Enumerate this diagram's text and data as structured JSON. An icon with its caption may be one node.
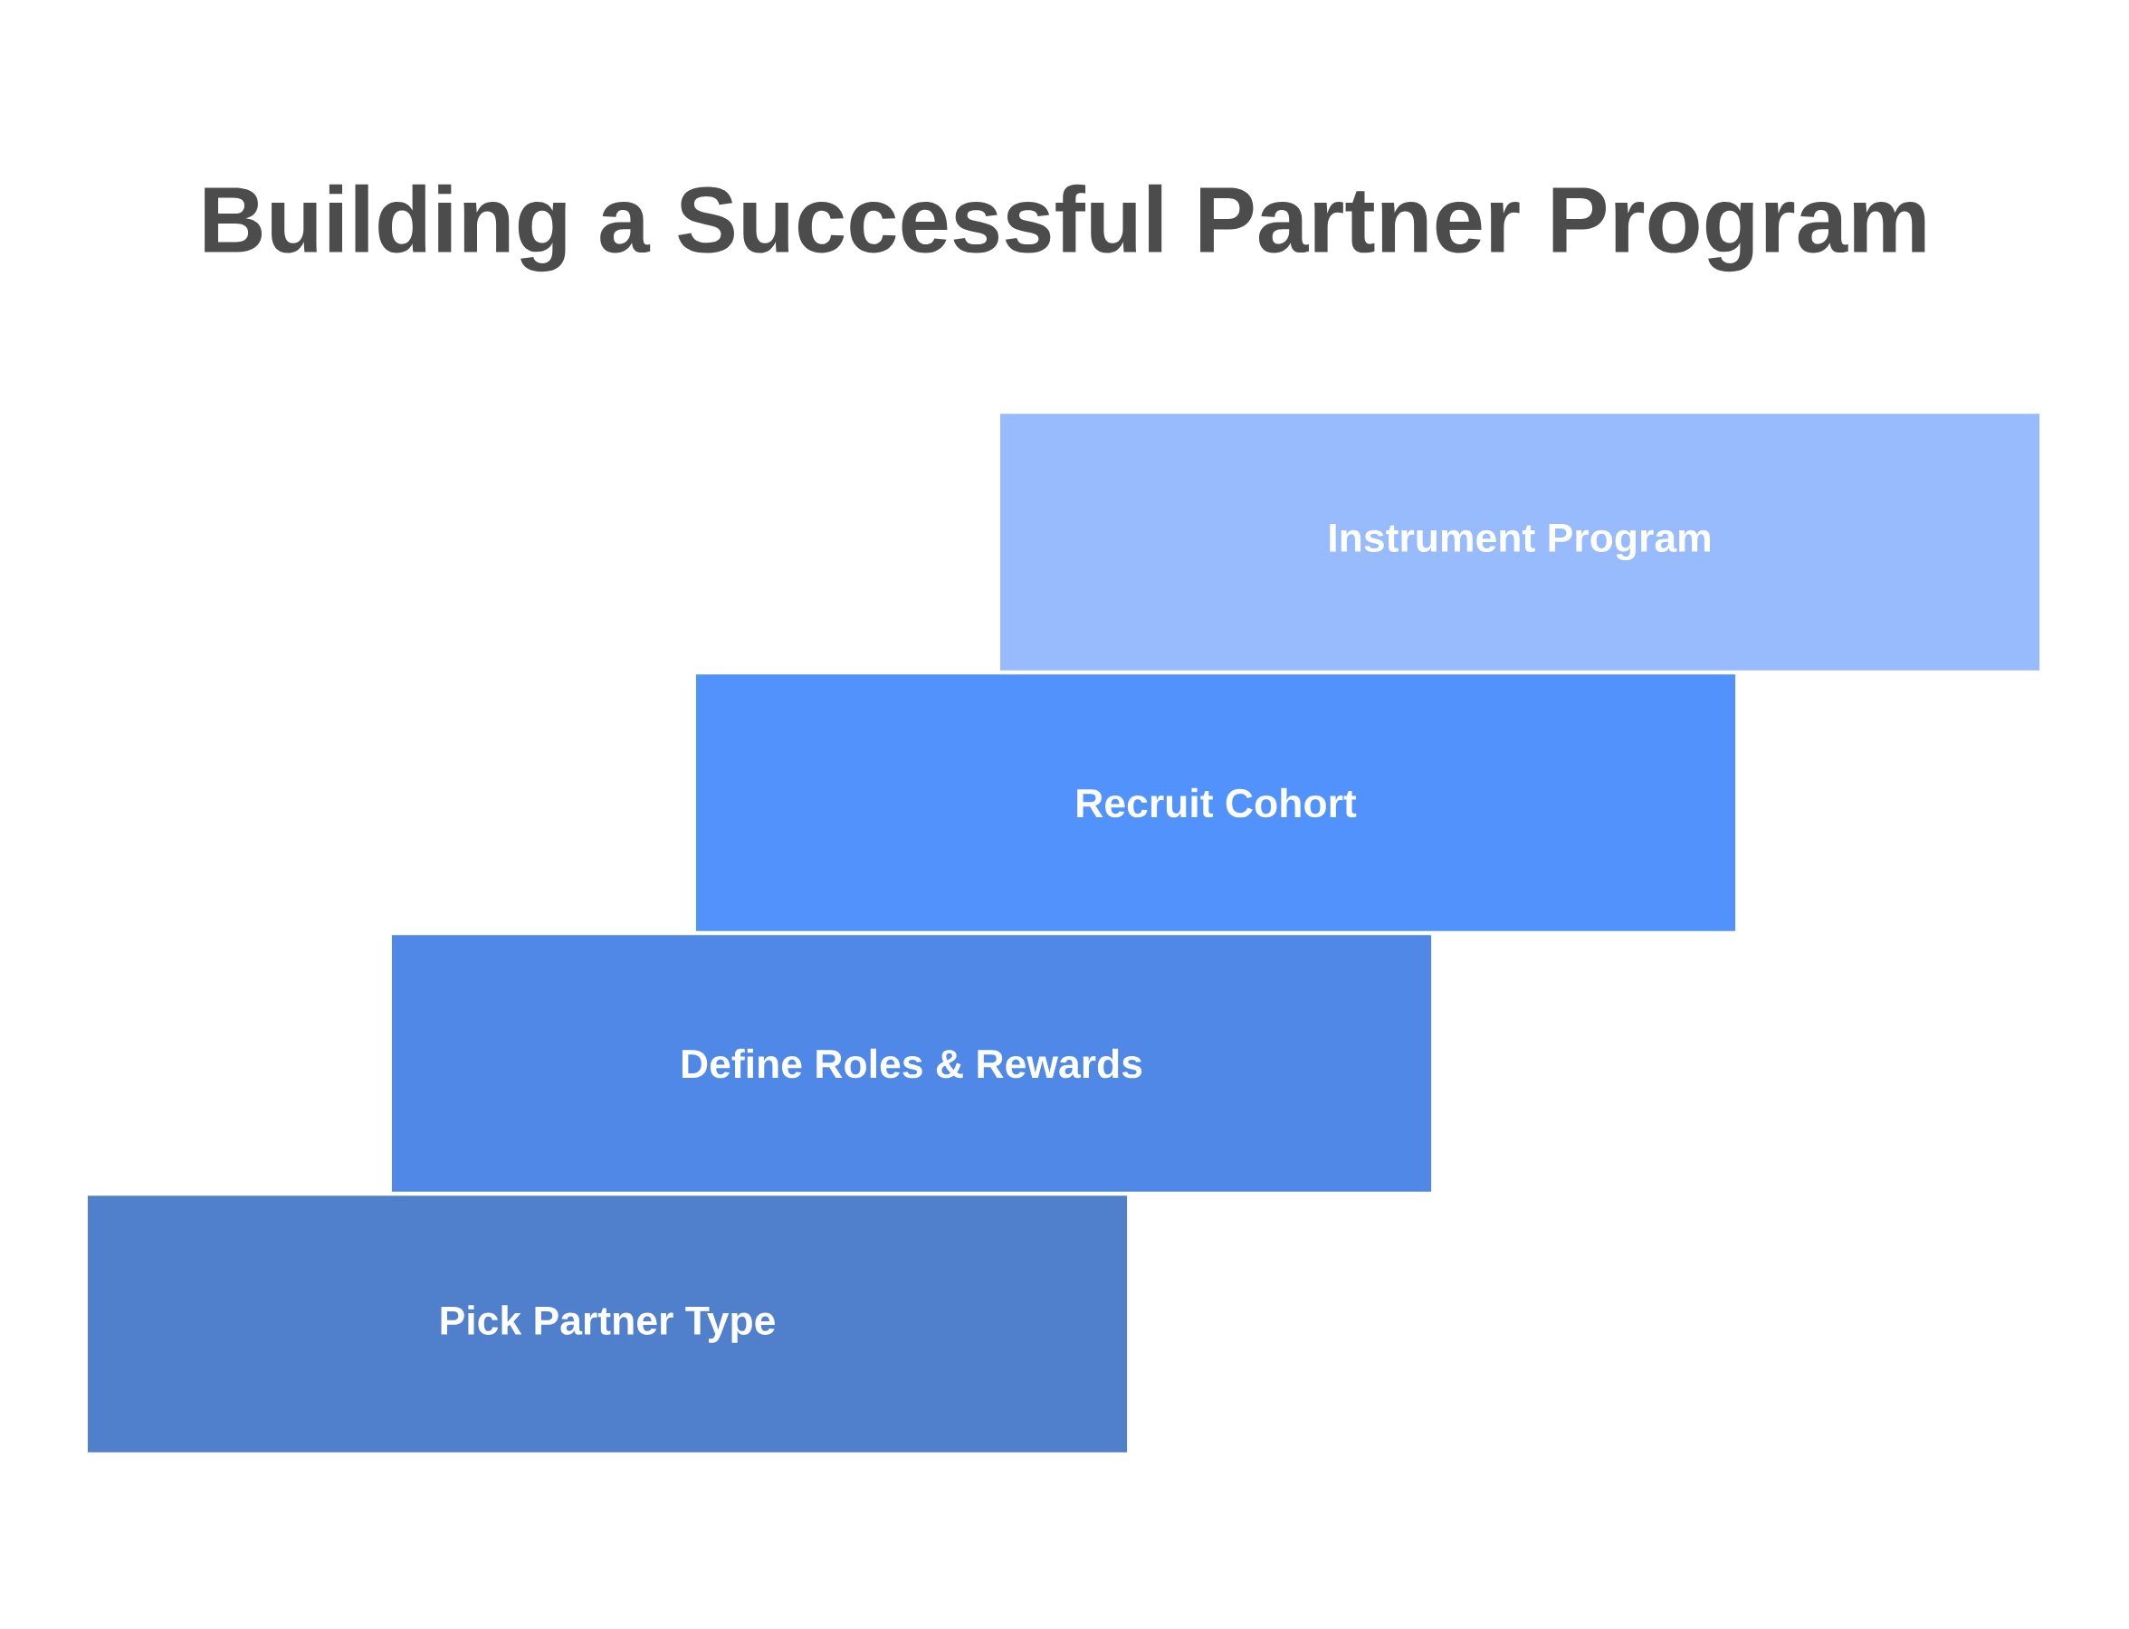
{
  "diagram": {
    "title": "Building a Successful Partner Program",
    "nodes": [
      {
        "text": [
          "Instrument Program"
        ]
      },
      {
        "text": [
          "Recruit Cohort"
        ]
      },
      {
        "text": [
          "Define Roles & Rewards"
        ]
      },
      {
        "text": [
          "Pick Partner Type"
        ]
      }
    ]
  }
}
